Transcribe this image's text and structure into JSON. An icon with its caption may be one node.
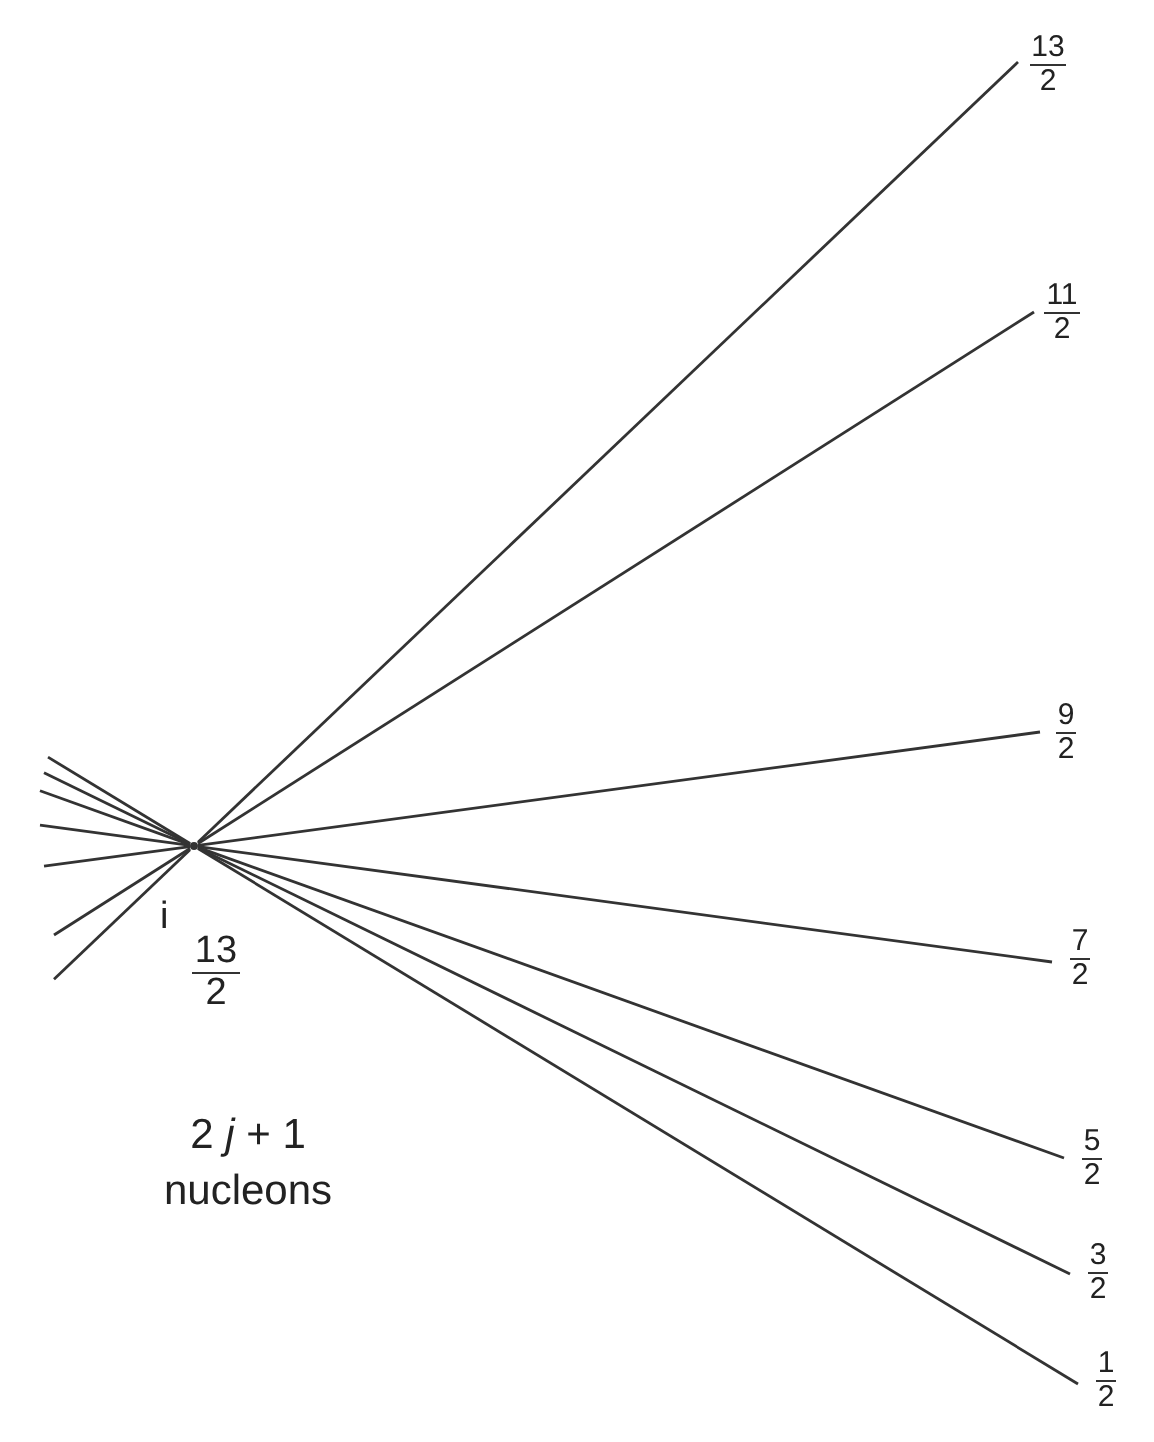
{
  "diagram": {
    "nodes": [
      {
        "text": [],
        "shape": "point",
        "beside": [
          "i",
          "13",
          "2"
        ]
      },
      {
        "text": [
          "13",
          "2"
        ]
      },
      {
        "text": [
          "11",
          "2"
        ]
      },
      {
        "text": [
          "9",
          "2"
        ]
      },
      {
        "text": [
          "7",
          "2"
        ]
      },
      {
        "text": [
          "5",
          "2"
        ]
      },
      {
        "text": [
          "3",
          "2"
        ]
      },
      {
        "text": [
          "1",
          "2"
        ]
      }
    ],
    "edges": [
      {
        "from": 0,
        "to": 1,
        "arrow": "none"
      },
      {
        "from": 0,
        "to": 2,
        "arrow": "none"
      },
      {
        "from": 0,
        "to": 3,
        "arrow": "none"
      },
      {
        "from": 0,
        "to": 4,
        "arrow": "none"
      },
      {
        "from": 0,
        "to": 5,
        "arrow": "none"
      },
      {
        "from": 0,
        "to": 6,
        "arrow": "none"
      },
      {
        "from": 0,
        "to": 7,
        "arrow": "none"
      }
    ],
    "labels": [
      "2 *j* + 1",
      "nucleons"
    ]
  }
}
